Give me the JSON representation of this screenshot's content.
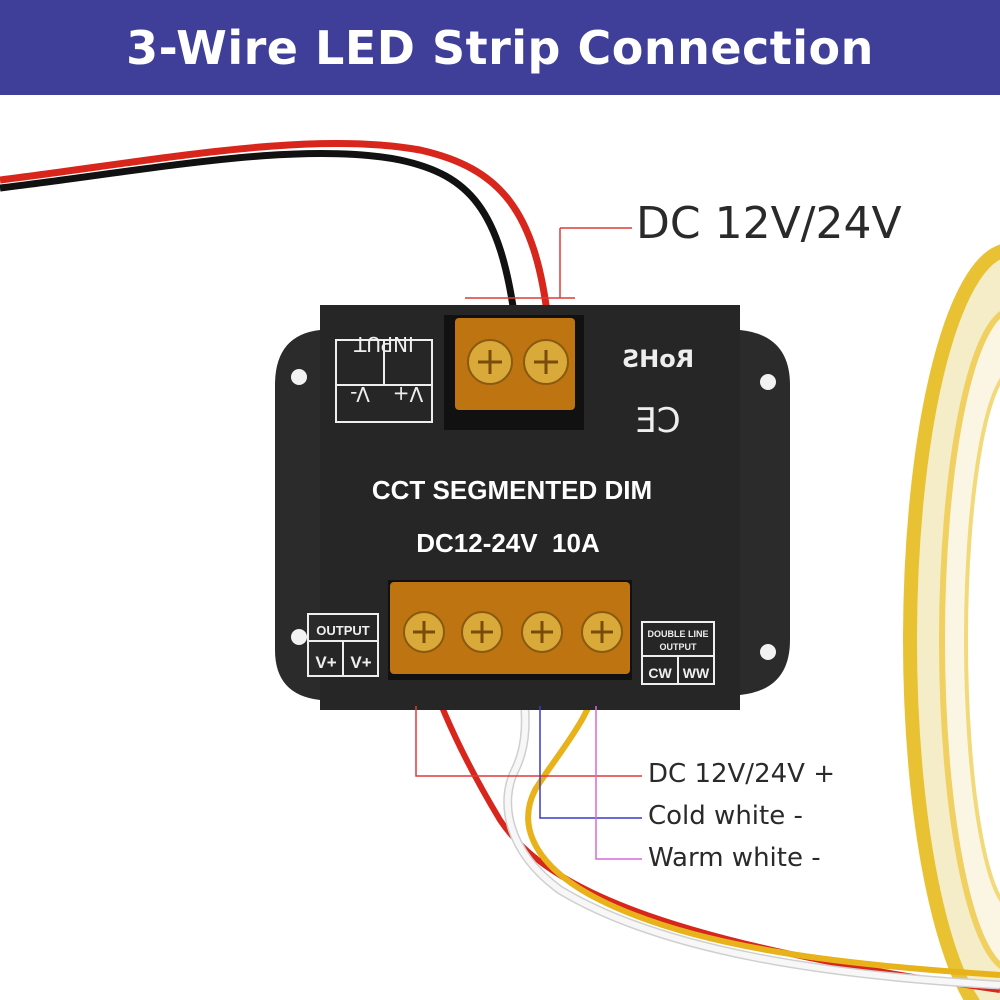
{
  "header": {
    "title": "3-Wire LED Strip Connection"
  },
  "power_callout": "DC 12V/24V",
  "device": {
    "model": "CCT SEGMENTED DIM",
    "rating": "DC12-24V  10A",
    "rohs": "RoHS",
    "ce": "CE",
    "input_label": "INPUT",
    "input_pins": [
      "V+",
      "V-"
    ],
    "output_label": "OUTPUT",
    "output_pins": [
      "V+",
      "V+"
    ],
    "double_line_label": "DOUBLE LINE",
    "double_line_output": "OUTPUT",
    "double_line_pins": [
      "CW",
      "WW"
    ]
  },
  "wire_callouts": [
    {
      "label": "DC 12V/24V +",
      "color": "#e03a3a"
    },
    {
      "label": "Cold white -",
      "color": "#3a3ac8"
    },
    {
      "label": "Warm white -",
      "color": "#d86ad8"
    }
  ],
  "colors": {
    "header_bg": "#3f3f9a",
    "device_body": "#2a2a2a",
    "terminal": "#c77a12",
    "wire_red": "#d8261c",
    "wire_black": "#111111",
    "wire_white": "#f4f4f4",
    "wire_yellow": "#e8b21a"
  }
}
